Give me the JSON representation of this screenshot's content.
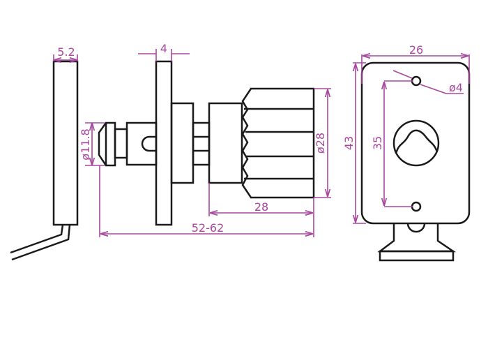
{
  "dimensions": {
    "plate_thickness_left": "5.2",
    "plate_thickness_mid": "4",
    "shaft_diameter": "ø11.8",
    "knob_diameter": "ø28",
    "knob_length": "28",
    "total_length": "52-62",
    "plate_width": "26",
    "plate_height": "43",
    "hole_spacing": "35",
    "hole_diameter": "ø4"
  },
  "colors": {
    "outline": "#1a1a1a",
    "dimension": "#a8479e"
  }
}
